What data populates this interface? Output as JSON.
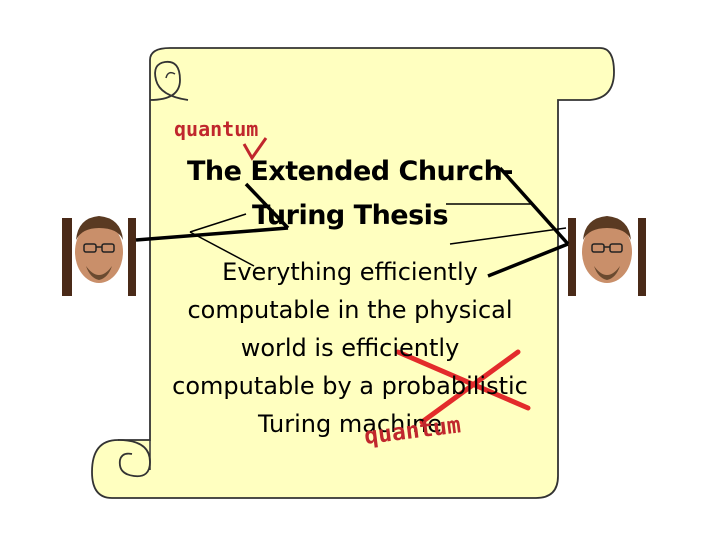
{
  "title_lines": [
    "The Extended Church-",
    "Turing Thesis"
  ],
  "body_lines": [
    "Everything efficiently",
    "computable in the physical",
    "world is efficiently",
    "computable by a probabilistic",
    "Turing machine"
  ],
  "annotations": {
    "insert_top": "quantum",
    "insert_bottom": "quantum"
  },
  "colors": {
    "scroll_fill": "#ffffc0",
    "scroll_stroke": "#333333",
    "annotation_red": "#c0272d",
    "pointer_black": "#000000"
  },
  "icons": {
    "left_person": "person-photo",
    "right_person": "person-photo",
    "insert_mark": "checkmark-caret",
    "strike_mark": "x-cross-out"
  }
}
